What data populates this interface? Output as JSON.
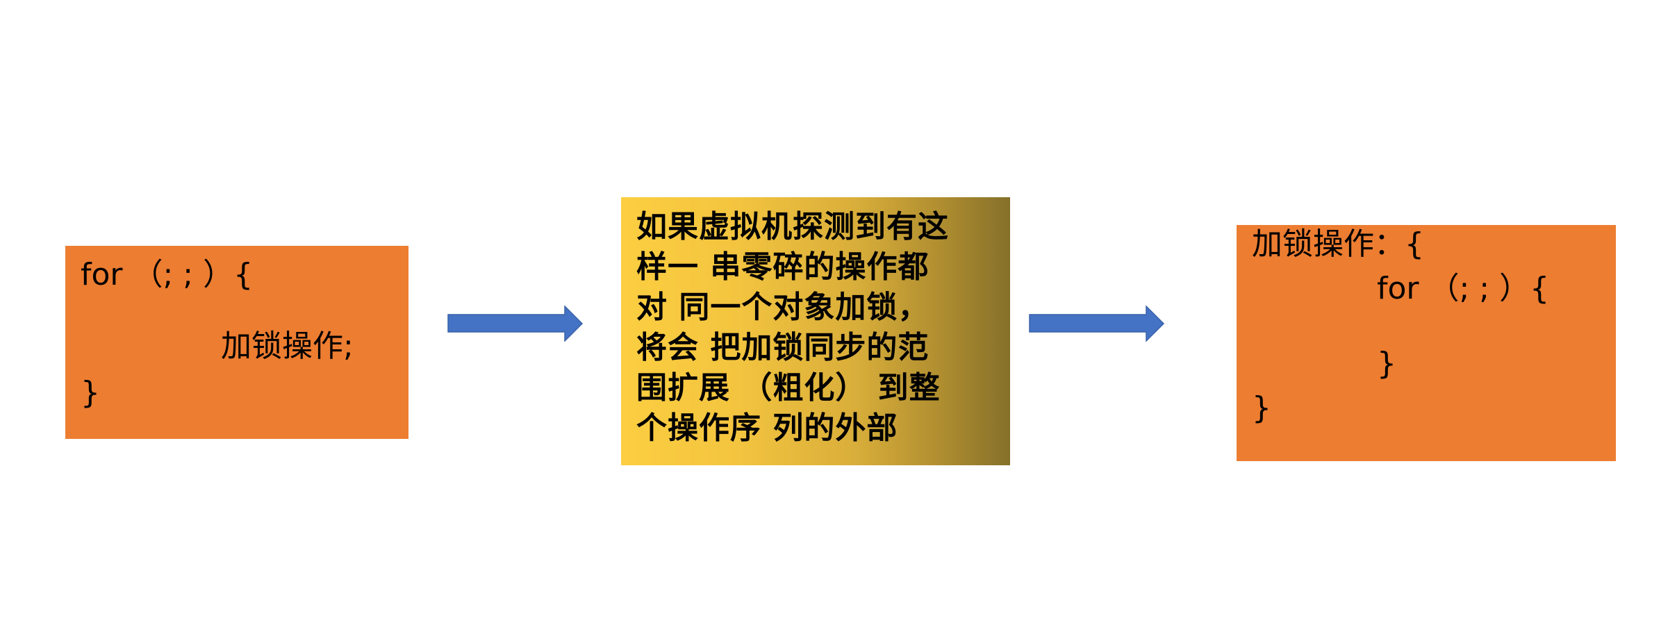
{
  "diagram": {
    "before": {
      "lines": [
        "for （; ; ）{",
        "加锁操作;",
        "}"
      ],
      "color": "#ED7D31"
    },
    "arrow_1": {
      "icon": "right-arrow-icon",
      "color": "#4472C4"
    },
    "explanation": {
      "lines": [
        "如果虚拟机探测到有这",
        "样一 串零碎的操作都",
        "对 同一个对象加锁，",
        "将会 把加锁同步的范",
        "围扩展 （粗化） 到整",
        "个操作序 列的外部"
      ],
      "gradient": [
        "#FCCE41",
        "#85702A"
      ]
    },
    "arrow_2": {
      "icon": "right-arrow-icon",
      "color": "#4472C4"
    },
    "after": {
      "lines": [
        "加锁操作：{",
        "for （; ; ）{",
        "}",
        "}"
      ],
      "color": "#ED7D31"
    }
  }
}
